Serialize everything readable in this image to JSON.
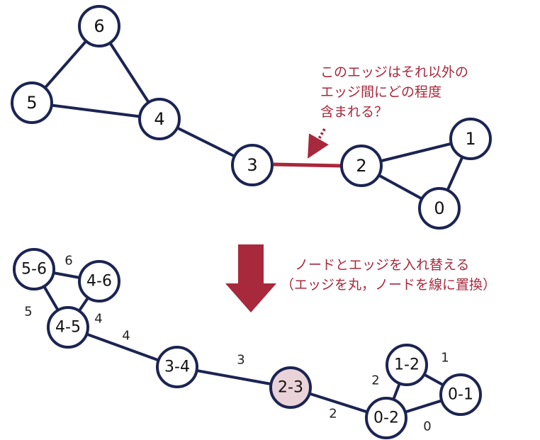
{
  "top_graph": {
    "nodes": [
      "6",
      "5",
      "4",
      "3",
      "2",
      "1",
      "0"
    ],
    "question_lines": [
      "このエッジはそれ以外の",
      "エッジ間にどの程度",
      "含まれる？"
    ]
  },
  "transform_caption": [
    "ノードとエッジを入れ替える",
    "（エッジを丸，ノードを線に置換）"
  ],
  "bottom_graph": {
    "nodes": [
      "5-6",
      "4-6",
      "4-5",
      "3-4",
      "2-3",
      "1-2",
      "0-1",
      "0-2"
    ],
    "edge_weights": [
      "6",
      "5",
      "4",
      "4",
      "3",
      "2",
      "2",
      "1",
      "0"
    ]
  },
  "colors": {
    "node_stroke": "#1b2452",
    "highlight": "#a8283c",
    "highlight_fill": "#ead3d8"
  }
}
